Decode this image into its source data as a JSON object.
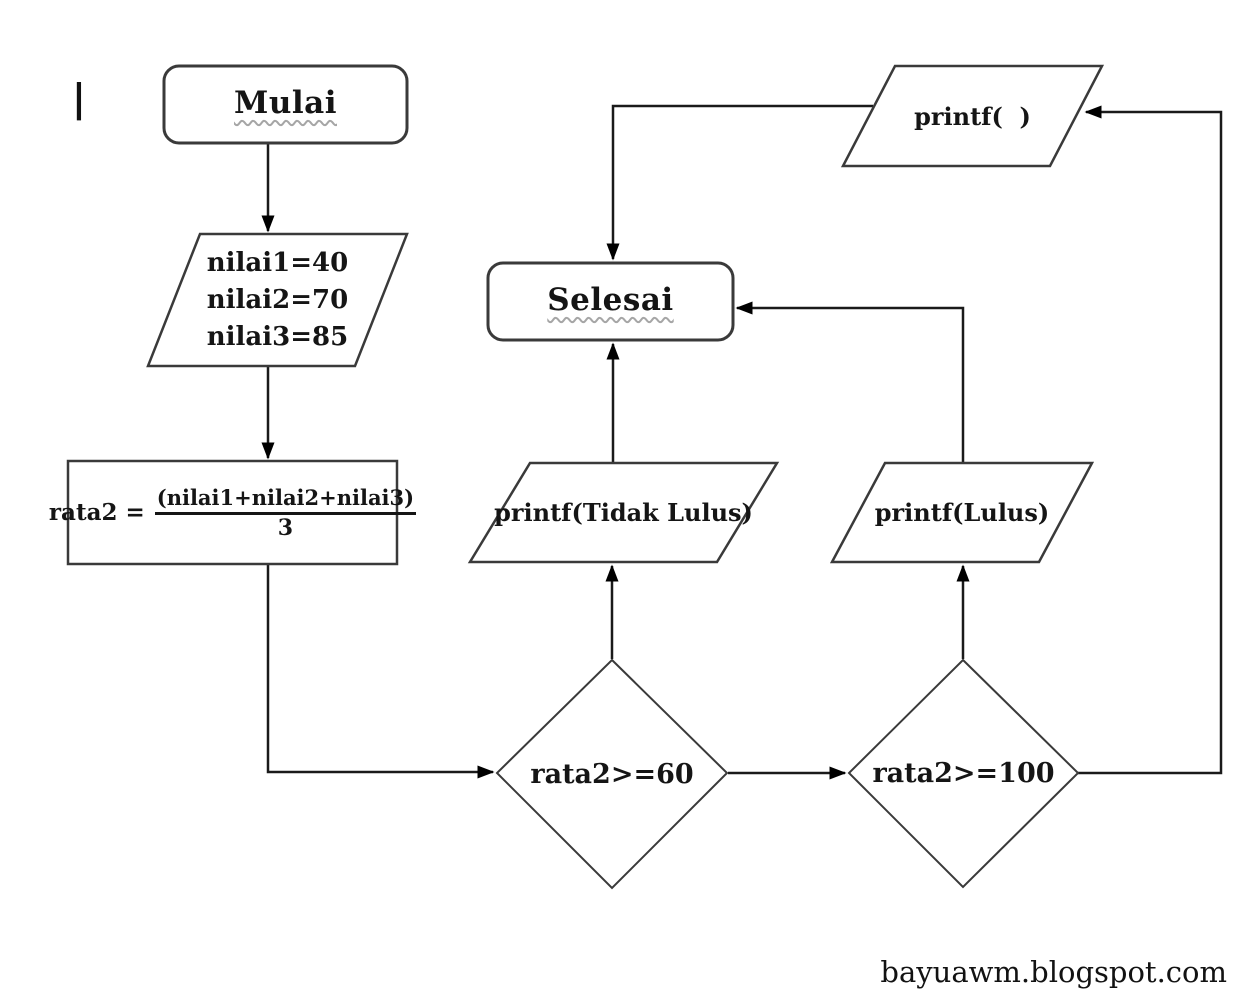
{
  "page": {
    "caption": "bayuawm.blogspot.com",
    "cursor_mark": "|"
  },
  "flowchart": {
    "nodes": {
      "start": {
        "type": "terminator",
        "label": "Mulai"
      },
      "input_values": {
        "type": "io",
        "lines": [
          "nilai1=40",
          "nilai2=70",
          "nilai3=85"
        ]
      },
      "process_average": {
        "type": "process",
        "prefix": "rata2 =",
        "numerator": "(nilai1+nilai2+nilai3)",
        "denominator": "3"
      },
      "decision_pass": {
        "type": "decision",
        "label": "rata2>=60"
      },
      "decision_perfect": {
        "type": "decision",
        "label": "rata2>=100"
      },
      "output_fail": {
        "type": "io",
        "label": "printf(Tidak Lulus)"
      },
      "output_pass": {
        "type": "io",
        "label": "printf(Lulus)"
      },
      "output_blank": {
        "type": "io",
        "label": "printf(  )"
      },
      "end": {
        "type": "terminator",
        "label": "Selesai"
      }
    },
    "colors": {
      "shape_stroke": "#3a3a3a",
      "connector": "#1a1a1a",
      "arrowhead": "#000000",
      "text": "#151515",
      "spellcheck_underline": "#a6a6a6"
    }
  }
}
